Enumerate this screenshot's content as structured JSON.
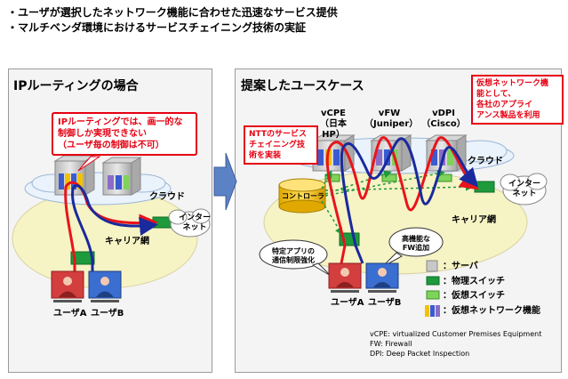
{
  "bullets": [
    "・ユーザが選択したネットワーク機能に合わせた迅速なサービス提供",
    "・マルチベンダ環境におけるサービスチェイニング技術の実証"
  ],
  "left_panel": {
    "title": "IPルーティングの場合",
    "callout": [
      "IPルーティングでは、画一的な",
      "制御しか実現できない",
      "（ユーザ毎の制御は不可）"
    ],
    "cloud_label": "クラウド",
    "internet_label": [
      "インター",
      "ネット"
    ],
    "carrier_label": "キャリア網",
    "user_a": "ユーザA",
    "user_b": "ユーザB"
  },
  "right_panel": {
    "title": "提案したユースケース",
    "ntt_callout": [
      "NTTのサービス",
      "チェイニング技",
      "術を実装"
    ],
    "vendor_callout": [
      "仮想ネットワーク機",
      "能として、",
      "各社のアプライ",
      "アンス製品を利用"
    ],
    "vcpe_label": [
      "vCPE",
      "（日本HP）"
    ],
    "vfw_label": [
      "vFW",
      "（Juniper）"
    ],
    "vdpi_label": [
      "vDPI",
      "（Cisco）"
    ],
    "cloud_label": "クラウド",
    "controller_label": "コントローラ",
    "internet_label": [
      "インター",
      "ネット"
    ],
    "carrier_label": "キャリア網",
    "bubble_a": [
      "特定アプリの",
      "通信制限強化"
    ],
    "bubble_b": [
      "高機能な",
      "FW追加"
    ],
    "user_a": "ユーザA",
    "user_b": "ユーザB",
    "legend": {
      "server": "：サーバ",
      "physical_switch": "：物理スイッチ",
      "virtual_switch": "：仮想スイッチ",
      "vnf": "：仮想ネットワーク機能"
    },
    "abbreviations": [
      "vCPE: virtualized Customer Premises Equipment",
      "FW: Firewall",
      "DPI: Deep Packet Inspection"
    ]
  },
  "colors": {
    "red_path": "#e8141c",
    "blue_path": "#1a2a9c",
    "physical_switch": "#1d9a3c",
    "virtual_switch": "#7ed35a",
    "callout_border": "#e60012",
    "controller": "#f5c400"
  }
}
